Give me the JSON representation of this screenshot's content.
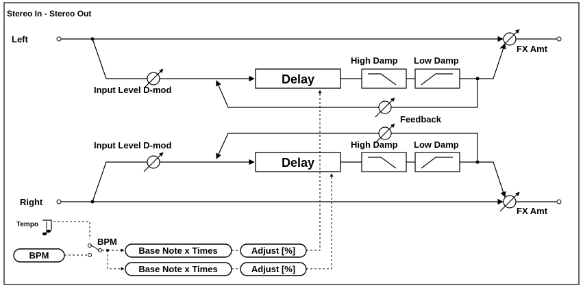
{
  "title": "Stereo In - Stereo Out",
  "inputs": {
    "left": "Left",
    "right": "Right"
  },
  "outputs": {
    "fx_amt_top": "FX Amt",
    "fx_amt_bottom": "FX Amt"
  },
  "top_channel": {
    "input_level": "Input Level D-mod",
    "delay": "Delay",
    "high_damp": "High Damp",
    "low_damp": "Low Damp"
  },
  "feedback": "Feedback",
  "bottom_channel": {
    "input_level": "Input Level D-mod",
    "delay": "Delay",
    "high_damp": "High Damp",
    "low_damp": "Low Damp"
  },
  "tempo": {
    "label": "Tempo",
    "bpm_button": "BPM",
    "switch_label": "BPM"
  },
  "time_rows": [
    {
      "base": "Base Note x Times",
      "adjust": "Adjust [%]"
    },
    {
      "base": "Base Note x Times",
      "adjust": "Adjust [%]"
    }
  ],
  "colors": {
    "line": "#000000",
    "background": "#ffffff",
    "frame": "#333333"
  }
}
